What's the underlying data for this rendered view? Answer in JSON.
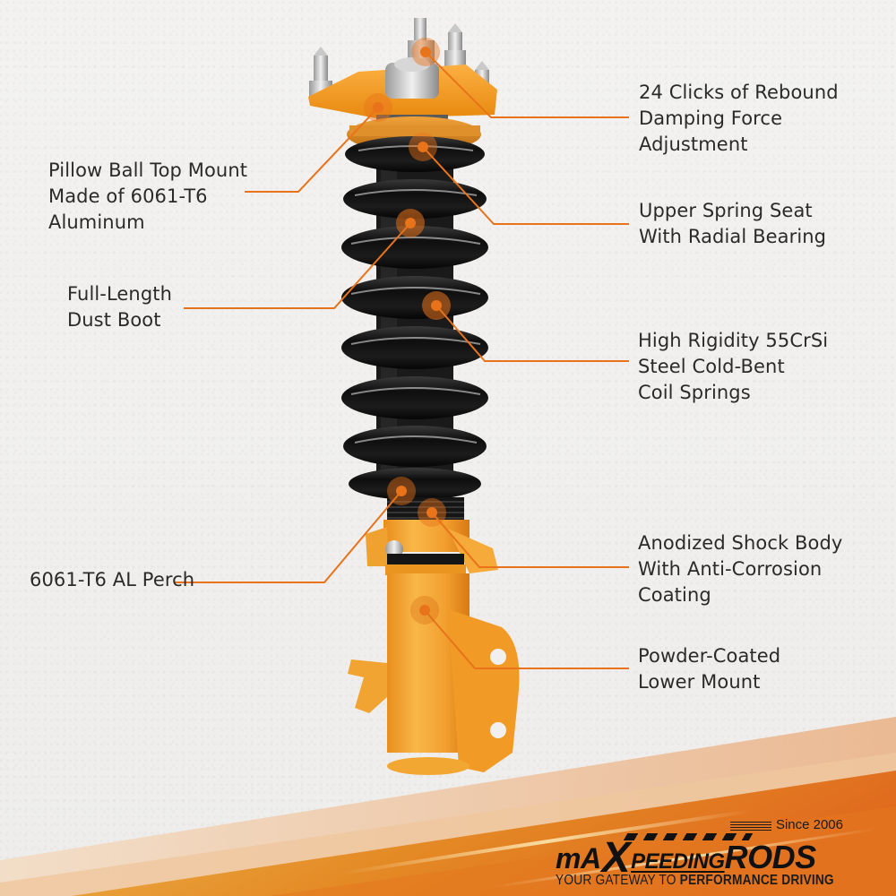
{
  "product": {
    "subject": "coilover-shock-assembly",
    "colors": {
      "accent_orange": "#e8731a",
      "body_orange": "#f3a12e",
      "spring_black": "#141414",
      "background": "#f1f0ee",
      "text": "#2a2a2a"
    }
  },
  "callouts": [
    {
      "id": "rebound",
      "side": "right",
      "lines": [
        "24 Clicks of Rebound",
        "Damping Force",
        "Adjustment"
      ]
    },
    {
      "id": "top-mount",
      "side": "left",
      "lines": [
        "Pillow Ball Top Mount",
        "Made of 6061-T6",
        "Aluminum"
      ]
    },
    {
      "id": "spring-seat",
      "side": "right",
      "lines": [
        "Upper Spring Seat",
        "With Radial Bearing"
      ]
    },
    {
      "id": "dust-boot",
      "side": "left",
      "lines": [
        "Full-Length",
        "Dust Boot"
      ]
    },
    {
      "id": "springs",
      "side": "right",
      "lines": [
        "High Rigidity 55CrSi",
        "Steel Cold-Bent",
        "Coil Springs"
      ]
    },
    {
      "id": "perch",
      "side": "left",
      "lines": [
        "6061-T6 AL Perch"
      ]
    },
    {
      "id": "shock-body",
      "side": "right",
      "lines": [
        "Anodized Shock Body",
        "With Anti-Corrosion",
        "Coating"
      ]
    },
    {
      "id": "lower-mount",
      "side": "right",
      "lines": [
        "Powder-Coated",
        "Lower Mount"
      ]
    }
  ],
  "brand": {
    "since": "Since 2006",
    "logo_ma": "mA",
    "logo_x": "X",
    "logo_peeding": "PEEDING",
    "logo_rods": "RODS",
    "tagline_light": "YOUR GATEWAY TO ",
    "tagline_bold": "PERFORMANCE DRIVING"
  }
}
